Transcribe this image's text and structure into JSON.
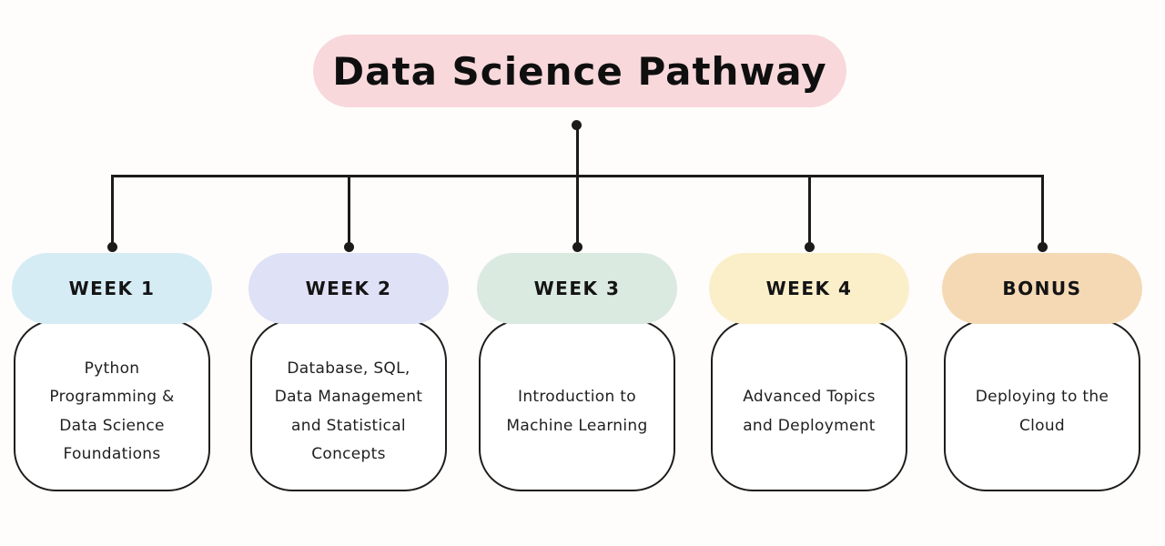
{
  "title": "Data Science Pathway",
  "colors": {
    "background": "#fefdfb",
    "title_pill": "#f8d8db",
    "connector_line": "#1b1b1b",
    "card_border": "#1d1d1d",
    "card_body_background": "#ffffff",
    "text": "#1f1f1f"
  },
  "nodes": [
    {
      "id": "week1",
      "label": "WEEK 1",
      "description": "Python Programming & Data Science Foundations",
      "header_color": "#d6ecf5"
    },
    {
      "id": "week2",
      "label": "WEEK 2",
      "description": "Database, SQL, Data Management and Statistical Concepts",
      "header_color": "#dfe1f6"
    },
    {
      "id": "week3",
      "label": "WEEK 3",
      "description": "Introduction to Machine Learning",
      "header_color": "#dbeae1"
    },
    {
      "id": "week4",
      "label": "WEEK 4",
      "description": "Advanced Topics and Deployment",
      "header_color": "#fbefca"
    },
    {
      "id": "bonus",
      "label": "BONUS",
      "description": "Deploying to the Cloud",
      "header_color": "#f5d9b5"
    }
  ]
}
